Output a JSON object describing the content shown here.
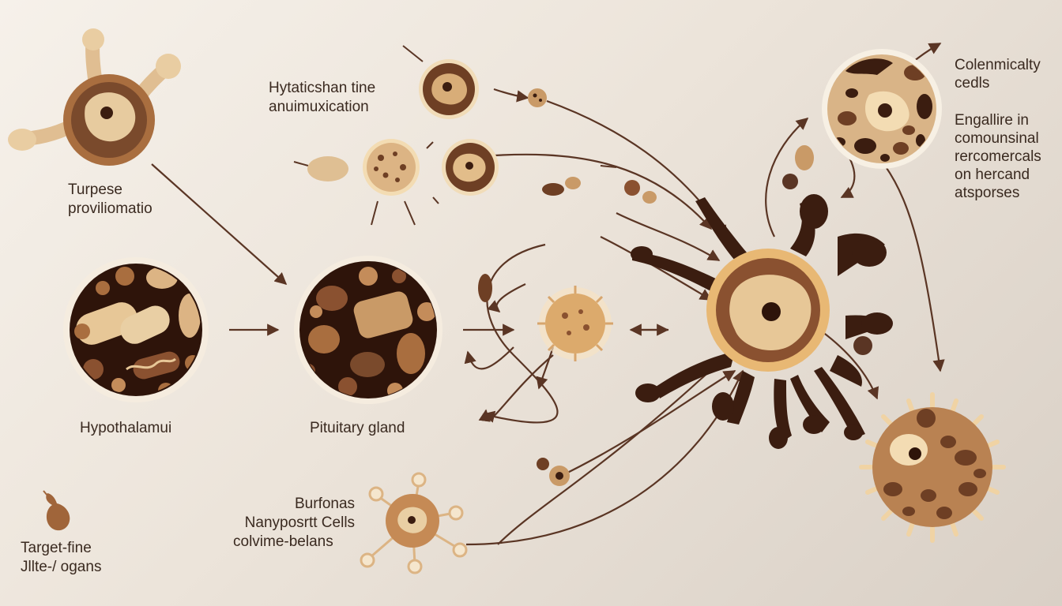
{
  "labels": {
    "turpese": {
      "line1": "Turpese",
      "line2": "proviliomatio"
    },
    "hytatic": {
      "line1": "Hytaticshan tine",
      "line2": "anuimuxication"
    },
    "hypothalamus": "Hypothalamui",
    "pituitary": "Pituitary gland",
    "burfonas": {
      "line1": "Burfonas",
      "line2": "Nanyposrtt Cells",
      "line3": "colvime-belans"
    },
    "target": {
      "line1": "Target-fine",
      "line2": "Jllte-/ ogans"
    },
    "colenmicalty": {
      "line1": "Colenmicalty",
      "line2": "cedls"
    },
    "engallire": {
      "line1": "Engallire in",
      "line2": "comounsinal",
      "line3": "rercomercals",
      "line4": "on hercand",
      "line5": "atsporses"
    }
  },
  "colors": {
    "background": "#efe8df",
    "dark_brown": "#3b1d10",
    "mid_brown": "#8a5130",
    "tan": "#d9b487",
    "cream": "#f3dcb3",
    "arrow": "#5a3524"
  },
  "icons": [
    "hormone-drop-icon",
    "arrow-icon",
    "double-arrow-icon"
  ]
}
